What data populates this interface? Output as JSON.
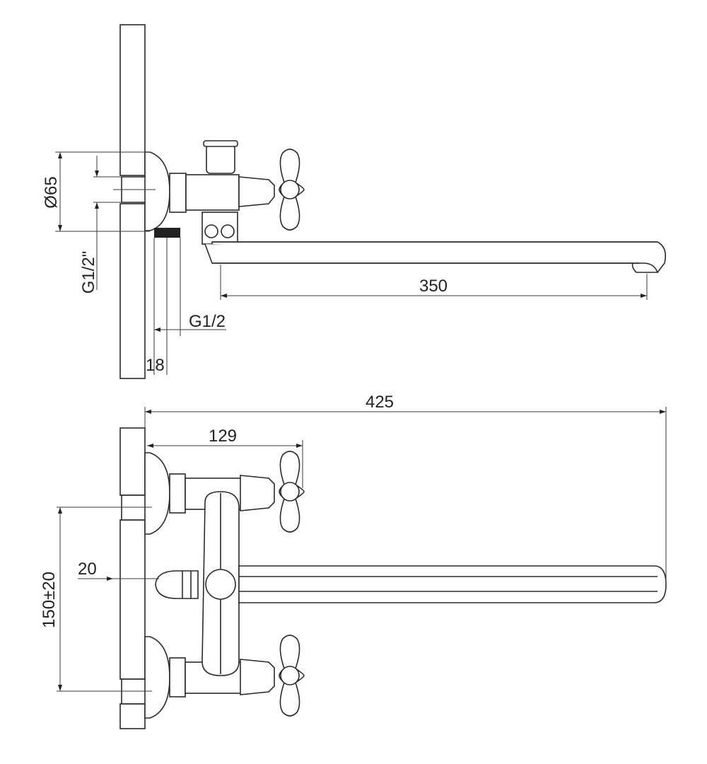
{
  "side_view": {
    "dims": {
      "escutcheon_diameter": "Ø65",
      "wall_thread": "G1/2\"",
      "outlet_thread": "G1/2",
      "offset": "18",
      "spout_reach": "350"
    }
  },
  "front_view": {
    "dims": {
      "overall_length": "425",
      "handle_reach": "129",
      "center_distance": "150±20",
      "inlet_offset": "20"
    }
  },
  "colors": {
    "line": "#2a2a2a",
    "background": "#ffffff"
  }
}
